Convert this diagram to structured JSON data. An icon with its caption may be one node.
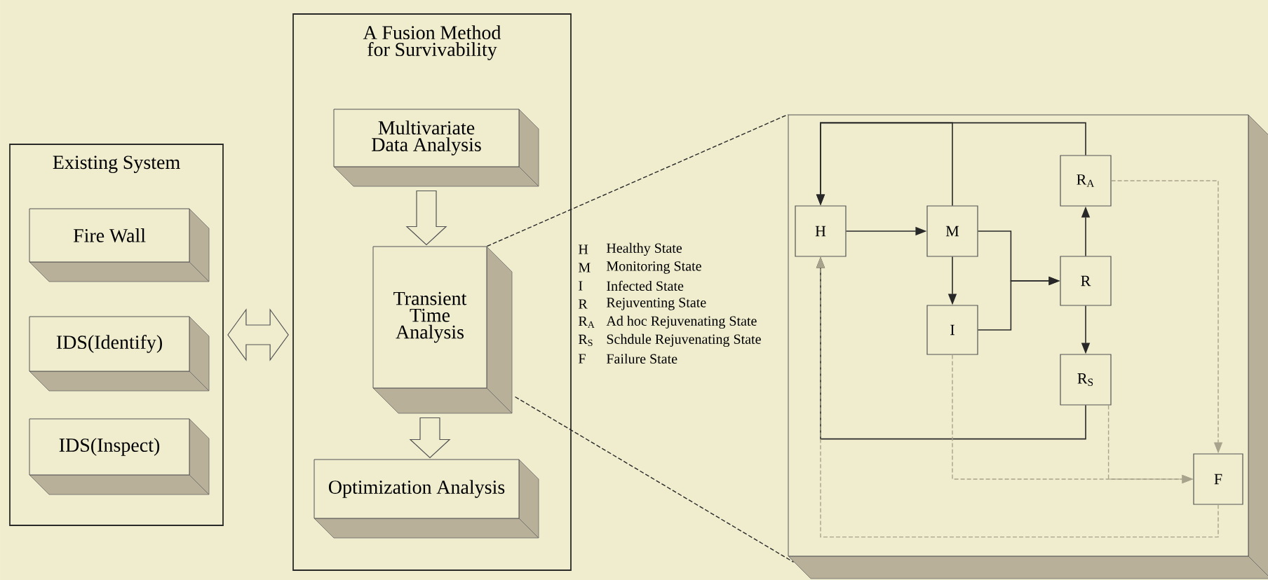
{
  "diagram": {
    "nodes": [
      {
        "text": [
          "Existing System"
        ]
      },
      {
        "text": [
          "Fire Wall"
        ],
        "in": 0
      },
      {
        "text": [
          "IDS(Identify)"
        ],
        "in": 0
      },
      {
        "text": [
          "IDS(Inspect)"
        ],
        "in": 0
      },
      {
        "text": [
          "A Fusion Method for Survivability"
        ]
      },
      {
        "text": [
          "Multivariate Data Analysis"
        ],
        "in": 4
      },
      {
        "text": [
          "Transient Time Analysis"
        ],
        "in": 4
      },
      {
        "text": [
          "Optimization Analysis"
        ],
        "in": 4
      },
      {
        "text": [],
        "shape": "box"
      },
      {
        "text": [
          "H"
        ],
        "in": 8
      },
      {
        "text": [
          "M"
        ],
        "in": 8
      },
      {
        "text": [
          "R$_{A}$"
        ],
        "in": 8
      },
      {
        "text": [
          "R"
        ],
        "in": 8
      },
      {
        "text": [
          "I"
        ],
        "in": 8
      },
      {
        "text": [
          "R$_{S}$"
        ],
        "in": 8
      },
      {
        "text": [
          "F"
        ],
        "in": 8
      }
    ],
    "edges": [
      {
        "from": 0,
        "to": 4,
        "arrow": "both",
        "style": "thick"
      },
      {
        "from": 5,
        "to": 6,
        "arrow": "to",
        "style": "thick"
      },
      {
        "from": 6,
        "to": 7,
        "arrow": "to",
        "style": "thick"
      },
      {
        "from": 6,
        "to": 8,
        "arrow": "none",
        "style": "dashed"
      },
      {
        "from": 6,
        "to": 8,
        "arrow": "none",
        "style": "dashed"
      },
      {
        "from": 9,
        "to": 10,
        "arrow": "to"
      },
      {
        "from": 10,
        "to": 13,
        "arrow": "to"
      },
      {
        "from": 10,
        "to": 12,
        "arrow": "to"
      },
      {
        "from": 13,
        "to": 12,
        "arrow": "to"
      },
      {
        "from": 12,
        "to": 11,
        "arrow": "to"
      },
      {
        "from": 12,
        "to": 14,
        "arrow": "to"
      },
      {
        "from": 11,
        "to": 9,
        "arrow": "to"
      },
      {
        "from": 10,
        "to": 9,
        "arrow": "to"
      },
      {
        "from": 14,
        "to": 9,
        "arrow": "to"
      },
      {
        "from": 11,
        "to": 15,
        "arrow": "to",
        "style": "dashed",
        "color": "#a8a38c"
      },
      {
        "from": 13,
        "to": 15,
        "arrow": "to",
        "style": "dashed",
        "color": "#a8a38c"
      },
      {
        "from": 14,
        "to": 15,
        "arrow": "to",
        "style": "dashed",
        "color": "#a8a38c"
      },
      {
        "from": 15,
        "to": 9,
        "arrow": "to",
        "style": "dashed",
        "color": "#a8a38c"
      }
    ],
    "labels": [
      "H",
      "Healthy State",
      "M",
      "Monitoring State",
      "I",
      "Infected State",
      "R",
      "Rejuventing State",
      "R$_{A}$",
      "Ad hoc Rejuvenating State",
      "R$_{S}$",
      "Schdule Rejuvenating State",
      "F",
      "Failure State"
    ]
  }
}
